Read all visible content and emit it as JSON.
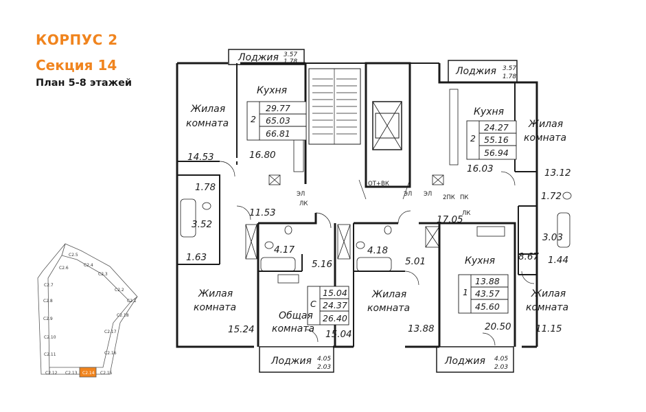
{
  "header": {
    "building": "КОРПУС 2",
    "section": "Секция 14",
    "floors": "План 5-8 этажей"
  },
  "colors": {
    "accent": "#f0841e",
    "wall": "#1a1a1a",
    "highlight_section": "#f0841e"
  },
  "key_plan": {
    "sections": [
      "С2.5",
      "С2.6",
      "С2.4",
      "С2.3",
      "С2.7",
      "С2.2",
      "С2.1",
      "С2.8",
      "С2.18",
      "С2.9",
      "С2.17",
      "С2.10",
      "С2.16",
      "С2.11",
      "С2.12",
      "С2.13",
      "С2.14",
      "С2.15"
    ],
    "highlighted": "С2.14"
  },
  "rooms": {
    "loggia_tl": {
      "name": "Лоджия",
      "d1": "3.57",
      "d2": "1.78"
    },
    "loggia_tr": {
      "name": "Лоджия",
      "d1": "3.57",
      "d2": "1.78"
    },
    "loggia_bl": {
      "name": "Лоджия",
      "d1": "4.05",
      "d2": "2.03"
    },
    "loggia_br": {
      "name": "Лоджия",
      "d1": "4.05",
      "d2": "2.03"
    },
    "kitchen_l": {
      "name": "Кухня",
      "area": "16.80"
    },
    "kitchen_r": {
      "name": "Кухня",
      "area": "16.03"
    },
    "kitchen_b": {
      "name": "Кухня",
      "area": "20.50"
    },
    "living_tl": {
      "name1": "Жилая",
      "name2": "комната",
      "area": "14.53"
    },
    "living_tr": {
      "name1": "Жилая",
      "name2": "комната",
      "area": "13.12"
    },
    "living_bl": {
      "name1": "Жилая",
      "name2": "комната",
      "area": "15.24"
    },
    "living_bm": {
      "name1": "Жилая",
      "name2": "комната",
      "area": "13.88"
    },
    "living_br": {
      "name1": "Жилая",
      "name2": "комната",
      "area": "11.15"
    },
    "common": {
      "name1": "Общая",
      "name2": "комната",
      "area": "15.04"
    },
    "misc": {
      "a1": "1.78",
      "a2": "3.52",
      "a3": "11.53",
      "a4": "1.63",
      "a5": "4.17",
      "a6": "5.16",
      "a7": "4.18",
      "a8": "5.01",
      "a9": "17.05",
      "a10": "1.72",
      "a11": "3.03",
      "a12": "8.67",
      "a13": "1.44"
    }
  },
  "apartments": [
    {
      "rooms": "2",
      "living": "29.77",
      "total": "65.03",
      "total_with_loggia": "66.81"
    },
    {
      "rooms": "2",
      "living": "24.27",
      "total": "55.16",
      "total_with_loggia": "56.94"
    },
    {
      "rooms": "С",
      "living": "15.04",
      "total": "24.37",
      "total_with_loggia": "26.40"
    },
    {
      "rooms": "1",
      "living": "13.88",
      "total": "43.57",
      "total_with_loggia": "45.60"
    }
  ],
  "service_labels": {
    "otvk": "ОТ+ВК",
    "el1": "ЭЛ",
    "lk1": "ЛК",
    "el2": "ЭЛ",
    "el3": "ЭЛ",
    "pk2": "2ПК",
    "pk": "ПК",
    "lk2": "ЛК"
  }
}
